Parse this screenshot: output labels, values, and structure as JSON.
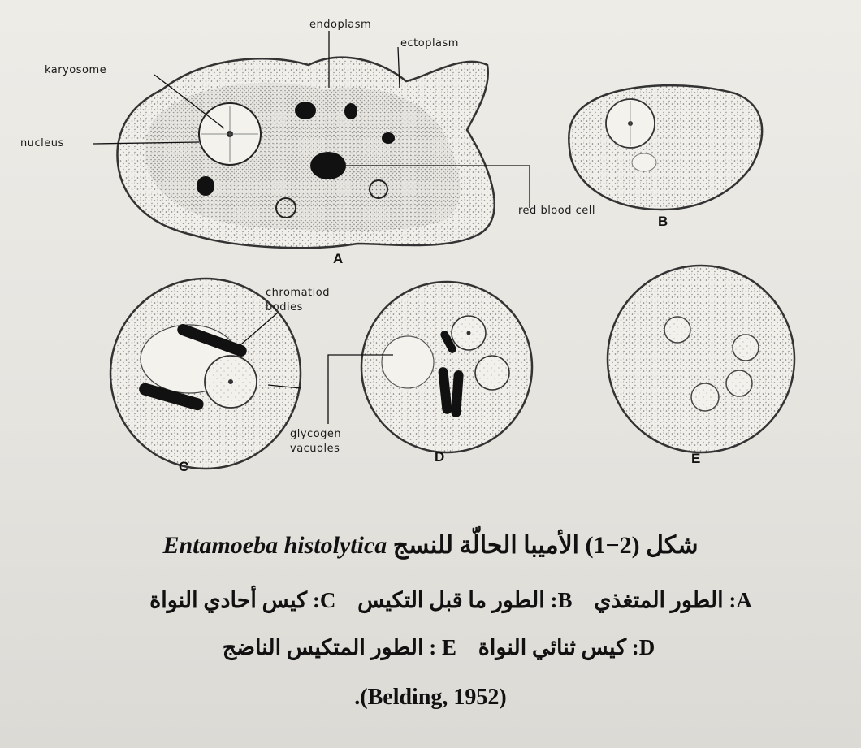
{
  "figure": {
    "labels": {
      "endoplasm": "endoplasm",
      "ectoplasm": "ectoplasm",
      "karyosome": "karyosome",
      "nucleus": "nucleus",
      "red_blood_cell": "red blood cell",
      "chromatoid_line1": "chromatiod",
      "chromatoid_line2": "bodies",
      "glycogen_line1": "glycogen",
      "glycogen_line2": "vacuoles"
    },
    "panels": {
      "a": "A",
      "b": "B",
      "c": "C",
      "d": "D",
      "e": "E"
    }
  },
  "caption": {
    "title_arabic": "شكل (2−1) الأميبا الحالّة للنسج",
    "title_scientific": "Entamoeba histolytica",
    "row1": {
      "a": "A: الطور المتغذي",
      "b": "B: الطور ما قبل التكيس",
      "c": "C: كيس أحادي النواة"
    },
    "row2": {
      "d": "D: كيس ثنائي النواة",
      "e": "E : الطور المتكيس الناضج"
    },
    "source": ".(Belding, 1952)"
  }
}
